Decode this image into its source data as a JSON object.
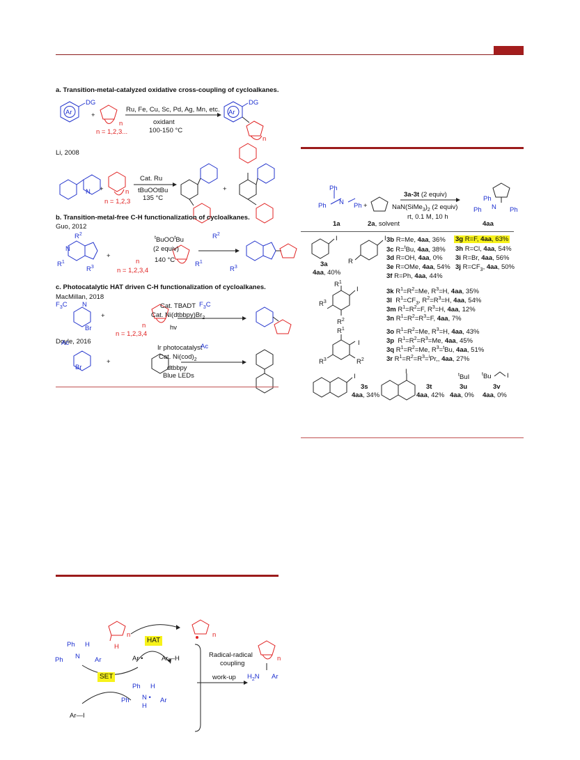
{
  "header": {
    "accent": "#9b1b1b"
  },
  "left": {
    "sec_a_title": "a. Transition-metal-catalyzed oxidative cross-coupling of cycloalkanes.",
    "a": {
      "dg": "DG",
      "ar": "Ar",
      "plus": "+",
      "n_label": "n",
      "n_values": "n = 1,2,3...",
      "conditions_top": "Ru, Fe, Cu, Sc, Pd, Ag, Mn, etc.",
      "conditions_mid": "oxidant",
      "conditions_temp": "100-150 °C",
      "prod_dg": "DG",
      "prod_ar": "Ar",
      "prod_n": "n"
    },
    "li": {
      "ref": "Li, 2008",
      "n_label": "n",
      "n_values": "n = 1,2,3",
      "cond1": "Cat. Ru",
      "cond2": "tBuOOtBu",
      "cond3": "135 °C",
      "N": "N",
      "plus": "+"
    },
    "sec_b_title": "b. Transition-metal-free C-H functionalization of cycloalkanes.",
    "guo": {
      "ref": "Guo, 2012",
      "R2": "R2",
      "R1": "R1",
      "R3": "R3",
      "N": "N",
      "n_label": "n",
      "n_values": "n = 1,2,3,4",
      "cond1": "tBuOOtBu",
      "cond2": "(2 equiv)",
      "cond3": "140 °C",
      "plus": "+"
    },
    "sec_c_title": "c. Photocatalytic HAT driven C-H functionalization of cycloalkanes.",
    "mac": {
      "ref": "MacMillan, 2018",
      "cf3": "F3C",
      "br": "Br",
      "N": "N",
      "n_label": "n",
      "n_values": "n = 1,2,3,4",
      "cond1": "Cat. TBADT",
      "cond2": "Cat. Ni(dtbbpy)Br2",
      "cond3": "hv",
      "plus": "+"
    },
    "doyle": {
      "ref": "Doyle, 2016",
      "ac": "Ac",
      "br": "Br",
      "cond1": "Ir photocatalyst",
      "cond2": "Cat. Ni(cod)2",
      "cond3": "dtbbpy",
      "cond4": "Blue LEDs",
      "plus": "+"
    }
  },
  "mech": {
    "ph1": "Ph",
    "ph2": "Ph",
    "h": "H",
    "ar": "Ar",
    "N": "N",
    "hat": "HAT",
    "set": "SET",
    "ar_rad": "Ar",
    "ar_h": "Ar—H",
    "ar_i": "Ar—I",
    "h_red": "H",
    "n1": "n",
    "n2": "n",
    "n3": "n",
    "coupling1": "Radical-radical",
    "coupling2": "coupling",
    "workup": "work-up",
    "prod_h2n": "H2N",
    "prod_ar": "Ar",
    "int_ph1": "Ph",
    "int_ph2": "Ph",
    "int_h1": "H",
    "int_h2": "H",
    "int_ar": "Ar",
    "int_N": "N"
  },
  "table": {
    "reagent_top": "3a-3t (2 equiv)",
    "reagent_mid": "NaN(SiMe3)2 (2 equiv)",
    "reagent_bot": "rt, 0.1 M, 10 h",
    "lbl_1a": "1a",
    "lbl_2a": "2a, solvent",
    "lbl_4aa": "4aa",
    "ph_a": "Ph",
    "ph_b": "Ph",
    "ph_c": "Ph",
    "N": "N",
    "prod_ph1": "Ph",
    "prod_ph2": "Ph",
    "prod_ph3": "Ph",
    "prod_N": "N",
    "plus": "+",
    "i": "I",
    "r": "R",
    "r1": "R1",
    "r2": "R2",
    "r3": "R3",
    "lbl_3a": "3a",
    "yield_3a": "4aa, 40%",
    "row1": [
      "3b R=Me, 4aa, 36%",
      "3c R=tBu, 4aa, 38%",
      "3d R=OH, 4aa, 0%",
      "3e R=OMe, 4aa, 54%",
      "3f R=Ph, 4aa, 44%"
    ],
    "row1b": [
      "3g R=F, 4aa, 63%",
      "3h R=Cl, 4aa, 54%",
      "3i R=Br, 4aa, 56%",
      "3j R=CF3, 4aa, 50%"
    ],
    "row2": [
      "3k R1=R2=Me, R3=H, 4aa, 35%",
      "3l  R1=CF3, R2=R3=H, 4aa, 54%",
      "3m R1=R2=F, R3=H, 4aa, 12%",
      "3n R1=R2=R3=F, 4aa, 7%"
    ],
    "row3": [
      "3o R1=R2=Me, R3=H, 4aa, 43%",
      "3p  R1=R2=R3=Me, 4aa, 45%",
      "3q R1=R2=Me, R3=tBu, 4aa, 51%",
      "3r R1=R2=R3=iPr,, 4aa, 27%"
    ],
    "lbl_3s": "3s",
    "yield_3s": "4aa, 34%",
    "lbl_3t": "3t",
    "yield_3t": "4aa, 42%",
    "tbui": "tBuI",
    "lbl_3u": "3u",
    "yield_3u": "4aa, 0%",
    "tbu_v": "tBu",
    "lbl_3v": "3v",
    "yield_3v": "4aa, 0%"
  }
}
